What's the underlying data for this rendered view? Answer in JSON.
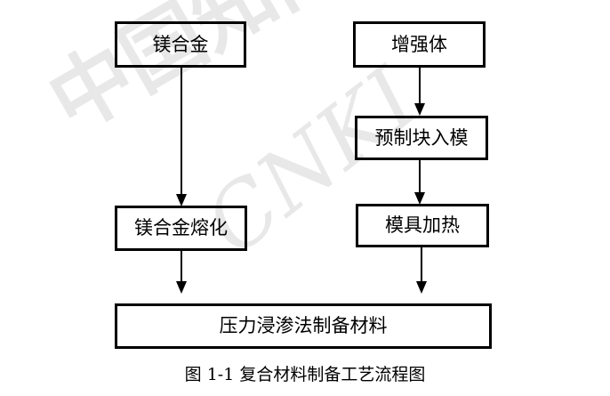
{
  "diagram": {
    "nodes": {
      "magnesium_alloy": "镁合金",
      "reinforcement": "增强体",
      "preform_into_mold": "预制块入模",
      "magnesium_alloy_melting": "镁合金熔化",
      "mold_heating": "模具加热",
      "pressure_infiltration": "压力浸渗法制备材料"
    },
    "edges": [
      {
        "from": "magnesium_alloy",
        "to": "magnesium_alloy_melting"
      },
      {
        "from": "reinforcement",
        "to": "preform_into_mold"
      },
      {
        "from": "preform_into_mold",
        "to": "mold_heating"
      },
      {
        "from": "magnesium_alloy_melting",
        "to": "pressure_infiltration"
      },
      {
        "from": "mold_heating",
        "to": "pressure_infiltration"
      }
    ]
  },
  "caption": "图 1-1  复合材料制备工艺流程图",
  "watermark": {
    "text_cn": "中国知网",
    "text_en": "CNKI",
    "color": "#e6e6e6"
  },
  "colors": {
    "line": "#000000",
    "background": "#ffffff"
  }
}
